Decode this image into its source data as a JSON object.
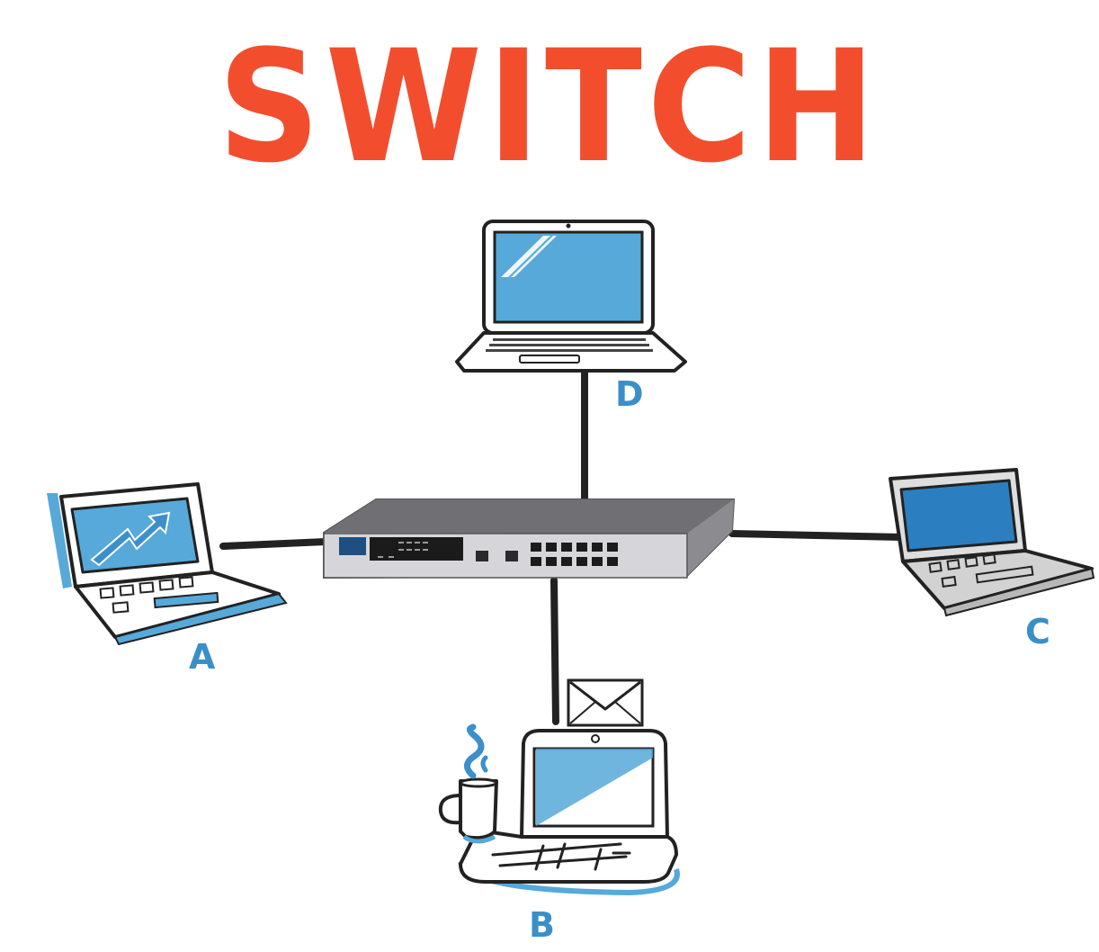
{
  "title": "SWITCH",
  "colors": {
    "title": "#f24e2e",
    "label": "#3a8fc9",
    "screen": "#56a9d9",
    "screen_dark": "#2b7fc0",
    "outline": "#222222",
    "cable": "#222222",
    "switch_body": "#7c7c80"
  },
  "nodes": [
    {
      "id": "A",
      "label": "A",
      "icon": "laptop-chart-icon"
    },
    {
      "id": "B",
      "label": "B",
      "icon": "laptop-coffee-icon"
    },
    {
      "id": "C",
      "label": "C",
      "icon": "laptop-gray-icon"
    },
    {
      "id": "D",
      "label": "D",
      "icon": "laptop-icon"
    }
  ],
  "hub": {
    "icon": "network-switch-icon"
  },
  "message": {
    "icon": "envelope-icon"
  }
}
